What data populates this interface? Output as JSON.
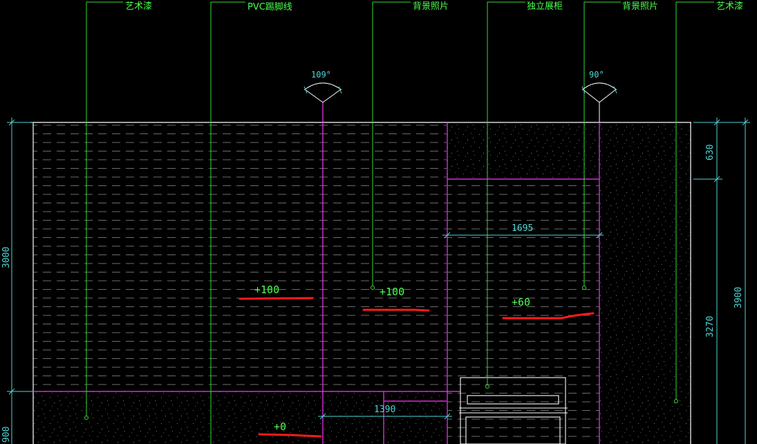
{
  "title": "",
  "colors": {
    "background": "#000000",
    "wall_outline": "#ffffff",
    "partition": "#ff33ff",
    "leader": "#33dd33",
    "dimension": "#4fd6d6",
    "redline": "#ff1a1a"
  },
  "callouts": [
    {
      "id": "c1",
      "text": "艺术漆"
    },
    {
      "id": "c2",
      "text": "PVC踢脚线"
    },
    {
      "id": "c3",
      "text": "背景照片"
    },
    {
      "id": "c4",
      "text": "独立展柜"
    },
    {
      "id": "c5",
      "text": "背景照片"
    },
    {
      "id": "c6",
      "text": "艺术漆"
    }
  ],
  "lights": [
    {
      "id": "l1",
      "angle": "109°"
    },
    {
      "id": "l2",
      "angle": "90°"
    }
  ],
  "dimensions": {
    "width_upper": "1695",
    "width_lower": "1390",
    "height_left": "3000",
    "height_left_bottom": "900",
    "height_right_top": "630",
    "height_right_mid": "3270",
    "height_right_total": "3900"
  },
  "elevations": [
    {
      "id": "e1",
      "text": "+100"
    },
    {
      "id": "e2",
      "text": "+100"
    },
    {
      "id": "e3",
      "text": "+60"
    },
    {
      "id": "e4",
      "text": "+0"
    }
  ]
}
